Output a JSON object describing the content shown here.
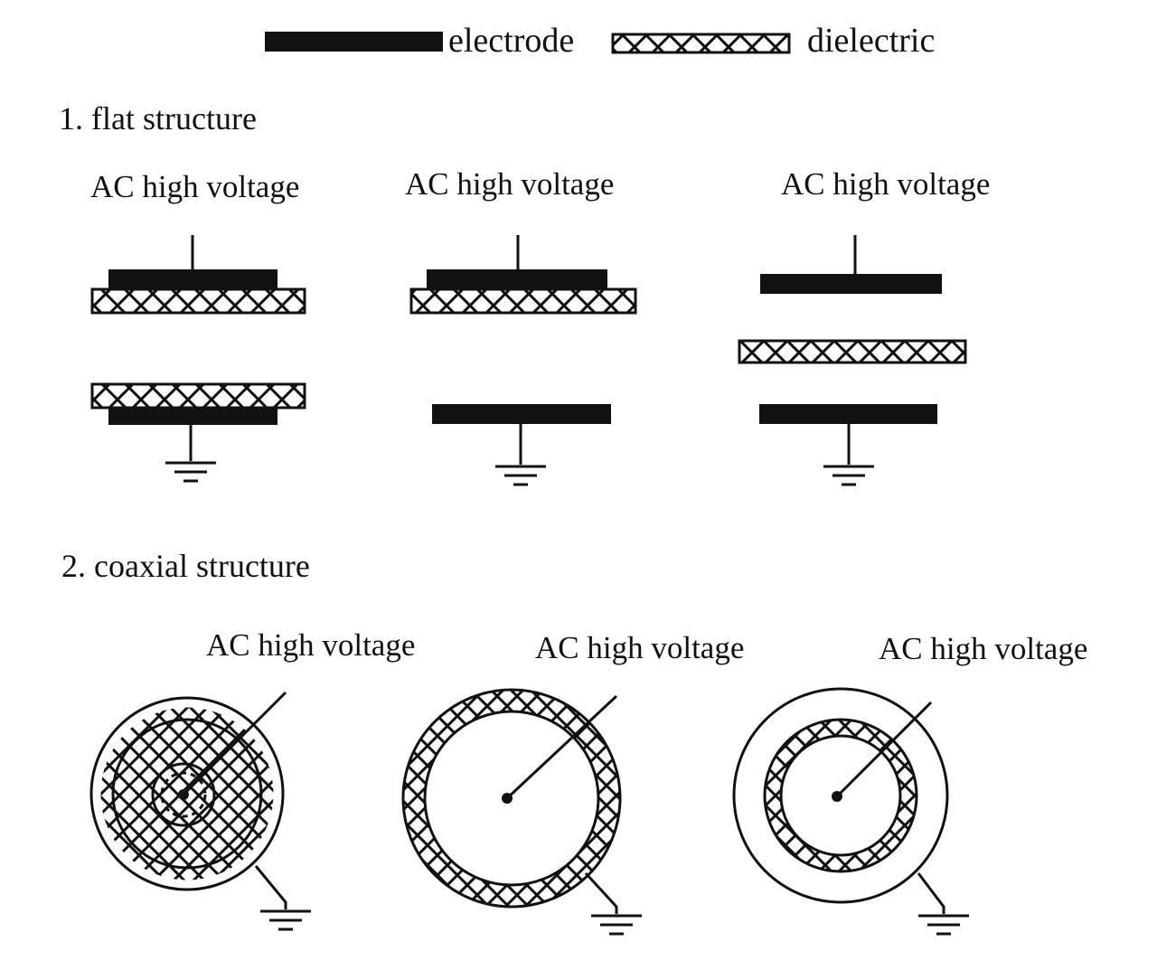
{
  "legend": {
    "electrode": "electrode",
    "dielectric": "dielectric"
  },
  "sections": {
    "flat": "1. flat structure",
    "coaxial": "2. coaxial structure"
  },
  "flat_labels": [
    "AC high voltage",
    "AC high voltage",
    "AC high voltage"
  ],
  "coaxial_labels": [
    "AC high voltage",
    "AC high voltage",
    "AC high voltage"
  ],
  "colors": {
    "ink": "#111111",
    "background": "#ffffff"
  },
  "icons": [
    "ground-icon",
    "high-voltage-terminal-icon"
  ]
}
